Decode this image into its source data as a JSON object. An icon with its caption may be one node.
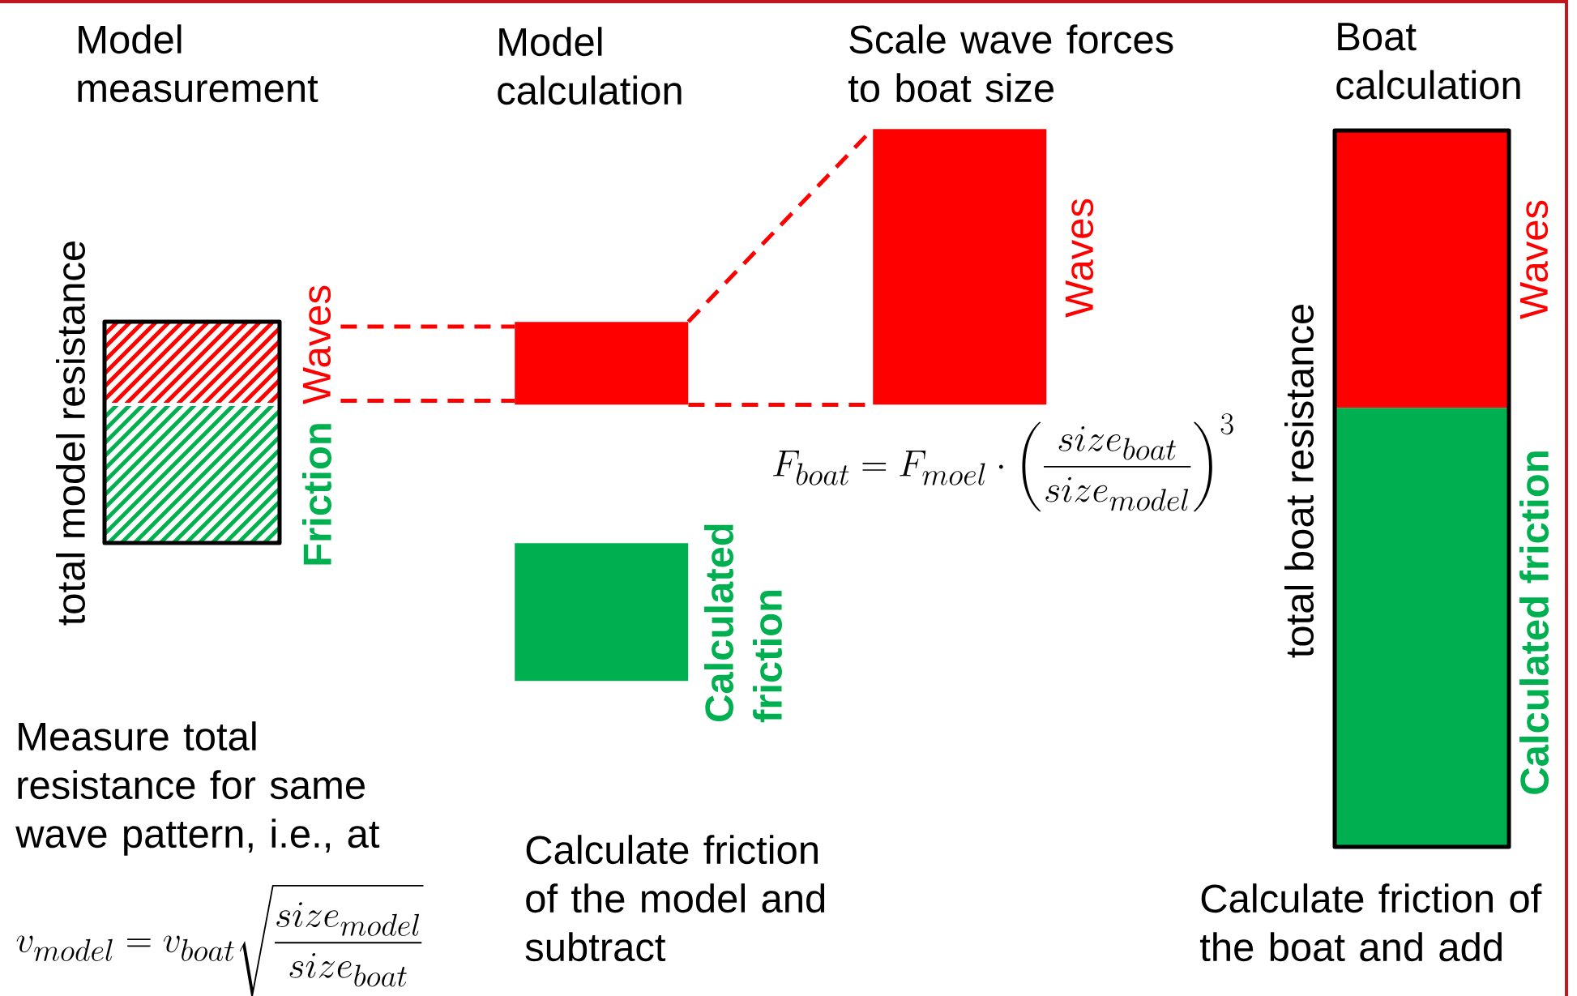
{
  "diagram": {
    "nodes": [
      {
        "text": [],
        "shape": "box",
        "beside": [
          "Waves"
        ]
      },
      {
        "text": [],
        "shape": "box",
        "beside": [
          "Friction"
        ]
      },
      {
        "text": [],
        "shape": "box"
      },
      {
        "text": [],
        "shape": "box",
        "beside": [
          "Calculated friction"
        ]
      },
      {
        "text": [],
        "shape": "box",
        "beside": [
          "Waves"
        ]
      },
      {
        "text": [],
        "shape": "box",
        "beside": [
          "Waves"
        ]
      },
      {
        "text": [],
        "shape": "box",
        "beside": [
          "Calculated friction"
        ]
      }
    ],
    "edges": [
      {
        "from": 0,
        "to": 2,
        "arrow": "none",
        "style": "dashed"
      },
      {
        "from": 0,
        "to": 2,
        "arrow": "none",
        "style": "dashed"
      },
      {
        "from": 2,
        "to": 4,
        "arrow": "none",
        "style": "dashed"
      },
      {
        "from": 2,
        "to": 4,
        "arrow": "none",
        "style": "dashed"
      }
    ],
    "labels": [
      "Model measurement",
      "Model calculation",
      "Scale wave forces to boat size",
      "Boat calculation",
      "total model resistance",
      "F_{boat} = F_{moel} \\cdot \\left(\\frac{size_{boat}}{size_{model}}\\right)^{3}",
      "total boat resistance",
      "Measure total resistance for same wave pattern, i.e., at",
      "v_{model} = v_{boat}\\sqrt{\\frac{size_{model}}{size_{boat}}}",
      "Calculate friction of the model and subtract",
      "Calculate friction of the boat and add"
    ]
  }
}
